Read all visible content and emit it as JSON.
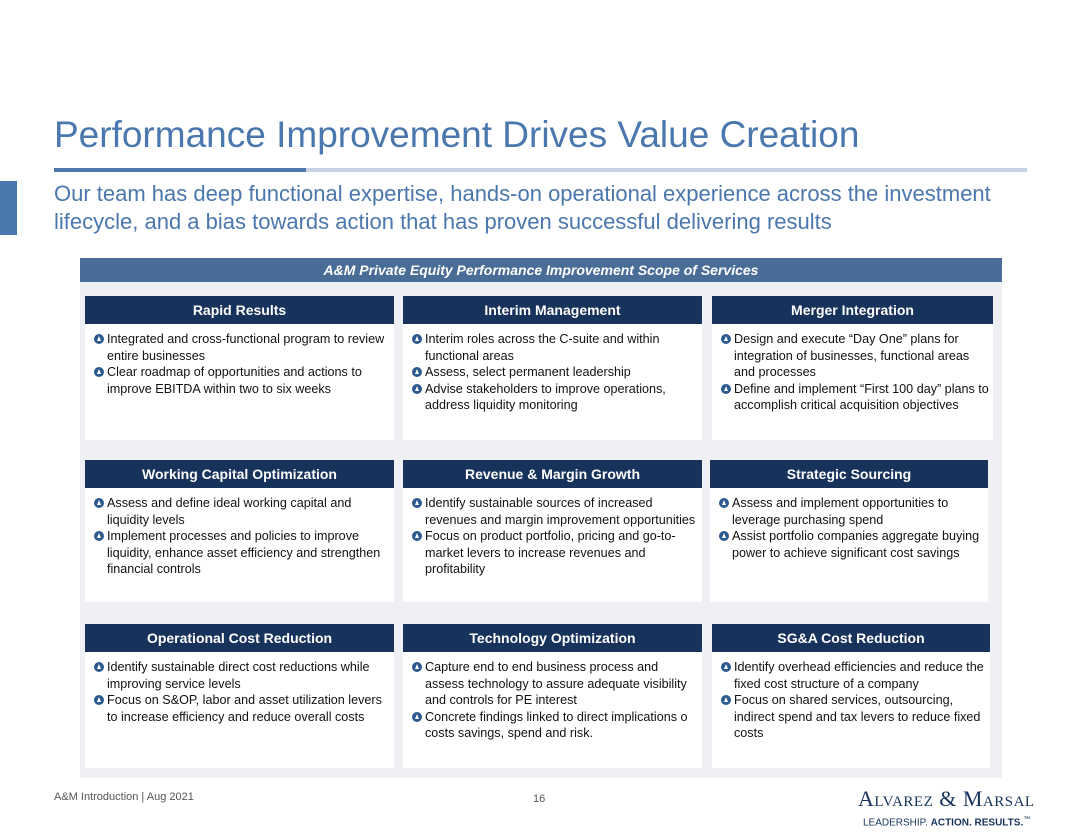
{
  "page": {
    "title": "Performance Improvement Drives Value Creation",
    "subtitle": "Our team has deep functional expertise, hands-on operational experience across the investment lifecycle, and a bias towards action that has proven successful delivering results"
  },
  "scope": {
    "header": "A&M Private Equity Performance Improvement Scope of Services",
    "cards": [
      {
        "title": "Rapid Results",
        "bullets": [
          "Integrated and cross-functional program to review entire businesses",
          "Clear roadmap of opportunities and actions to improve EBITDA within two to six weeks"
        ]
      },
      {
        "title": "Interim Management",
        "bullets": [
          "Interim roles across the C-suite and within functional areas",
          "Assess, select permanent leadership",
          "Advise stakeholders to improve operations, address liquidity monitoring"
        ]
      },
      {
        "title": "Merger Integration",
        "bullets": [
          "Design and execute “Day One” plans for integration of businesses, functional areas and processes",
          "Define and implement “First 100 day” plans to accomplish critical acquisition objectives"
        ]
      },
      {
        "title": "Working Capital Optimization",
        "bullets": [
          "Assess and define ideal working capital and liquidity levels",
          "Implement processes and policies to improve liquidity, enhance asset efficiency and strengthen financial controls"
        ]
      },
      {
        "title": "Revenue & Margin Growth",
        "bullets": [
          "Identify sustainable sources of increased revenues and margin improvement opportunities",
          "Focus on product portfolio, pricing and go-to-market levers to increase revenues and profitability"
        ]
      },
      {
        "title": "Strategic Sourcing",
        "bullets": [
          "Assess and implement opportunities to leverage purchasing spend",
          "Assist portfolio companies aggregate buying power to achieve significant cost savings"
        ]
      },
      {
        "title": "Operational Cost Reduction",
        "bullets": [
          "Identify sustainable direct cost reductions while improving service levels",
          "Focus on S&OP, labor and asset utilization levers to increase efficiency and reduce overall costs"
        ]
      },
      {
        "title": "Technology Optimization",
        "bullets": [
          "Capture end to end business process and assess technology to assure adequate visibility and controls for PE interest",
          "Concrete findings linked to direct implications o costs savings, spend and risk."
        ]
      },
      {
        "title": "SG&A Cost Reduction",
        "bullets": [
          "Identify overhead efficiencies and reduce the fixed cost structure of a company",
          "Focus on shared services, outsourcing, indirect spend and tax levers to reduce fixed costs"
        ]
      }
    ]
  },
  "footer": {
    "left": "A&M Introduction | Aug 2021",
    "page_number": "16",
    "logo_name": "Alvarez & Marsal",
    "logo_tagline_regular": "LEADERSHIP. ",
    "logo_tagline_bold": "ACTION. RESULTS.",
    "logo_tagline_mark": "™"
  },
  "colors": {
    "title_blue": "#4a77ad",
    "navy": "#17335c",
    "bullet": "#2d5a8e"
  }
}
